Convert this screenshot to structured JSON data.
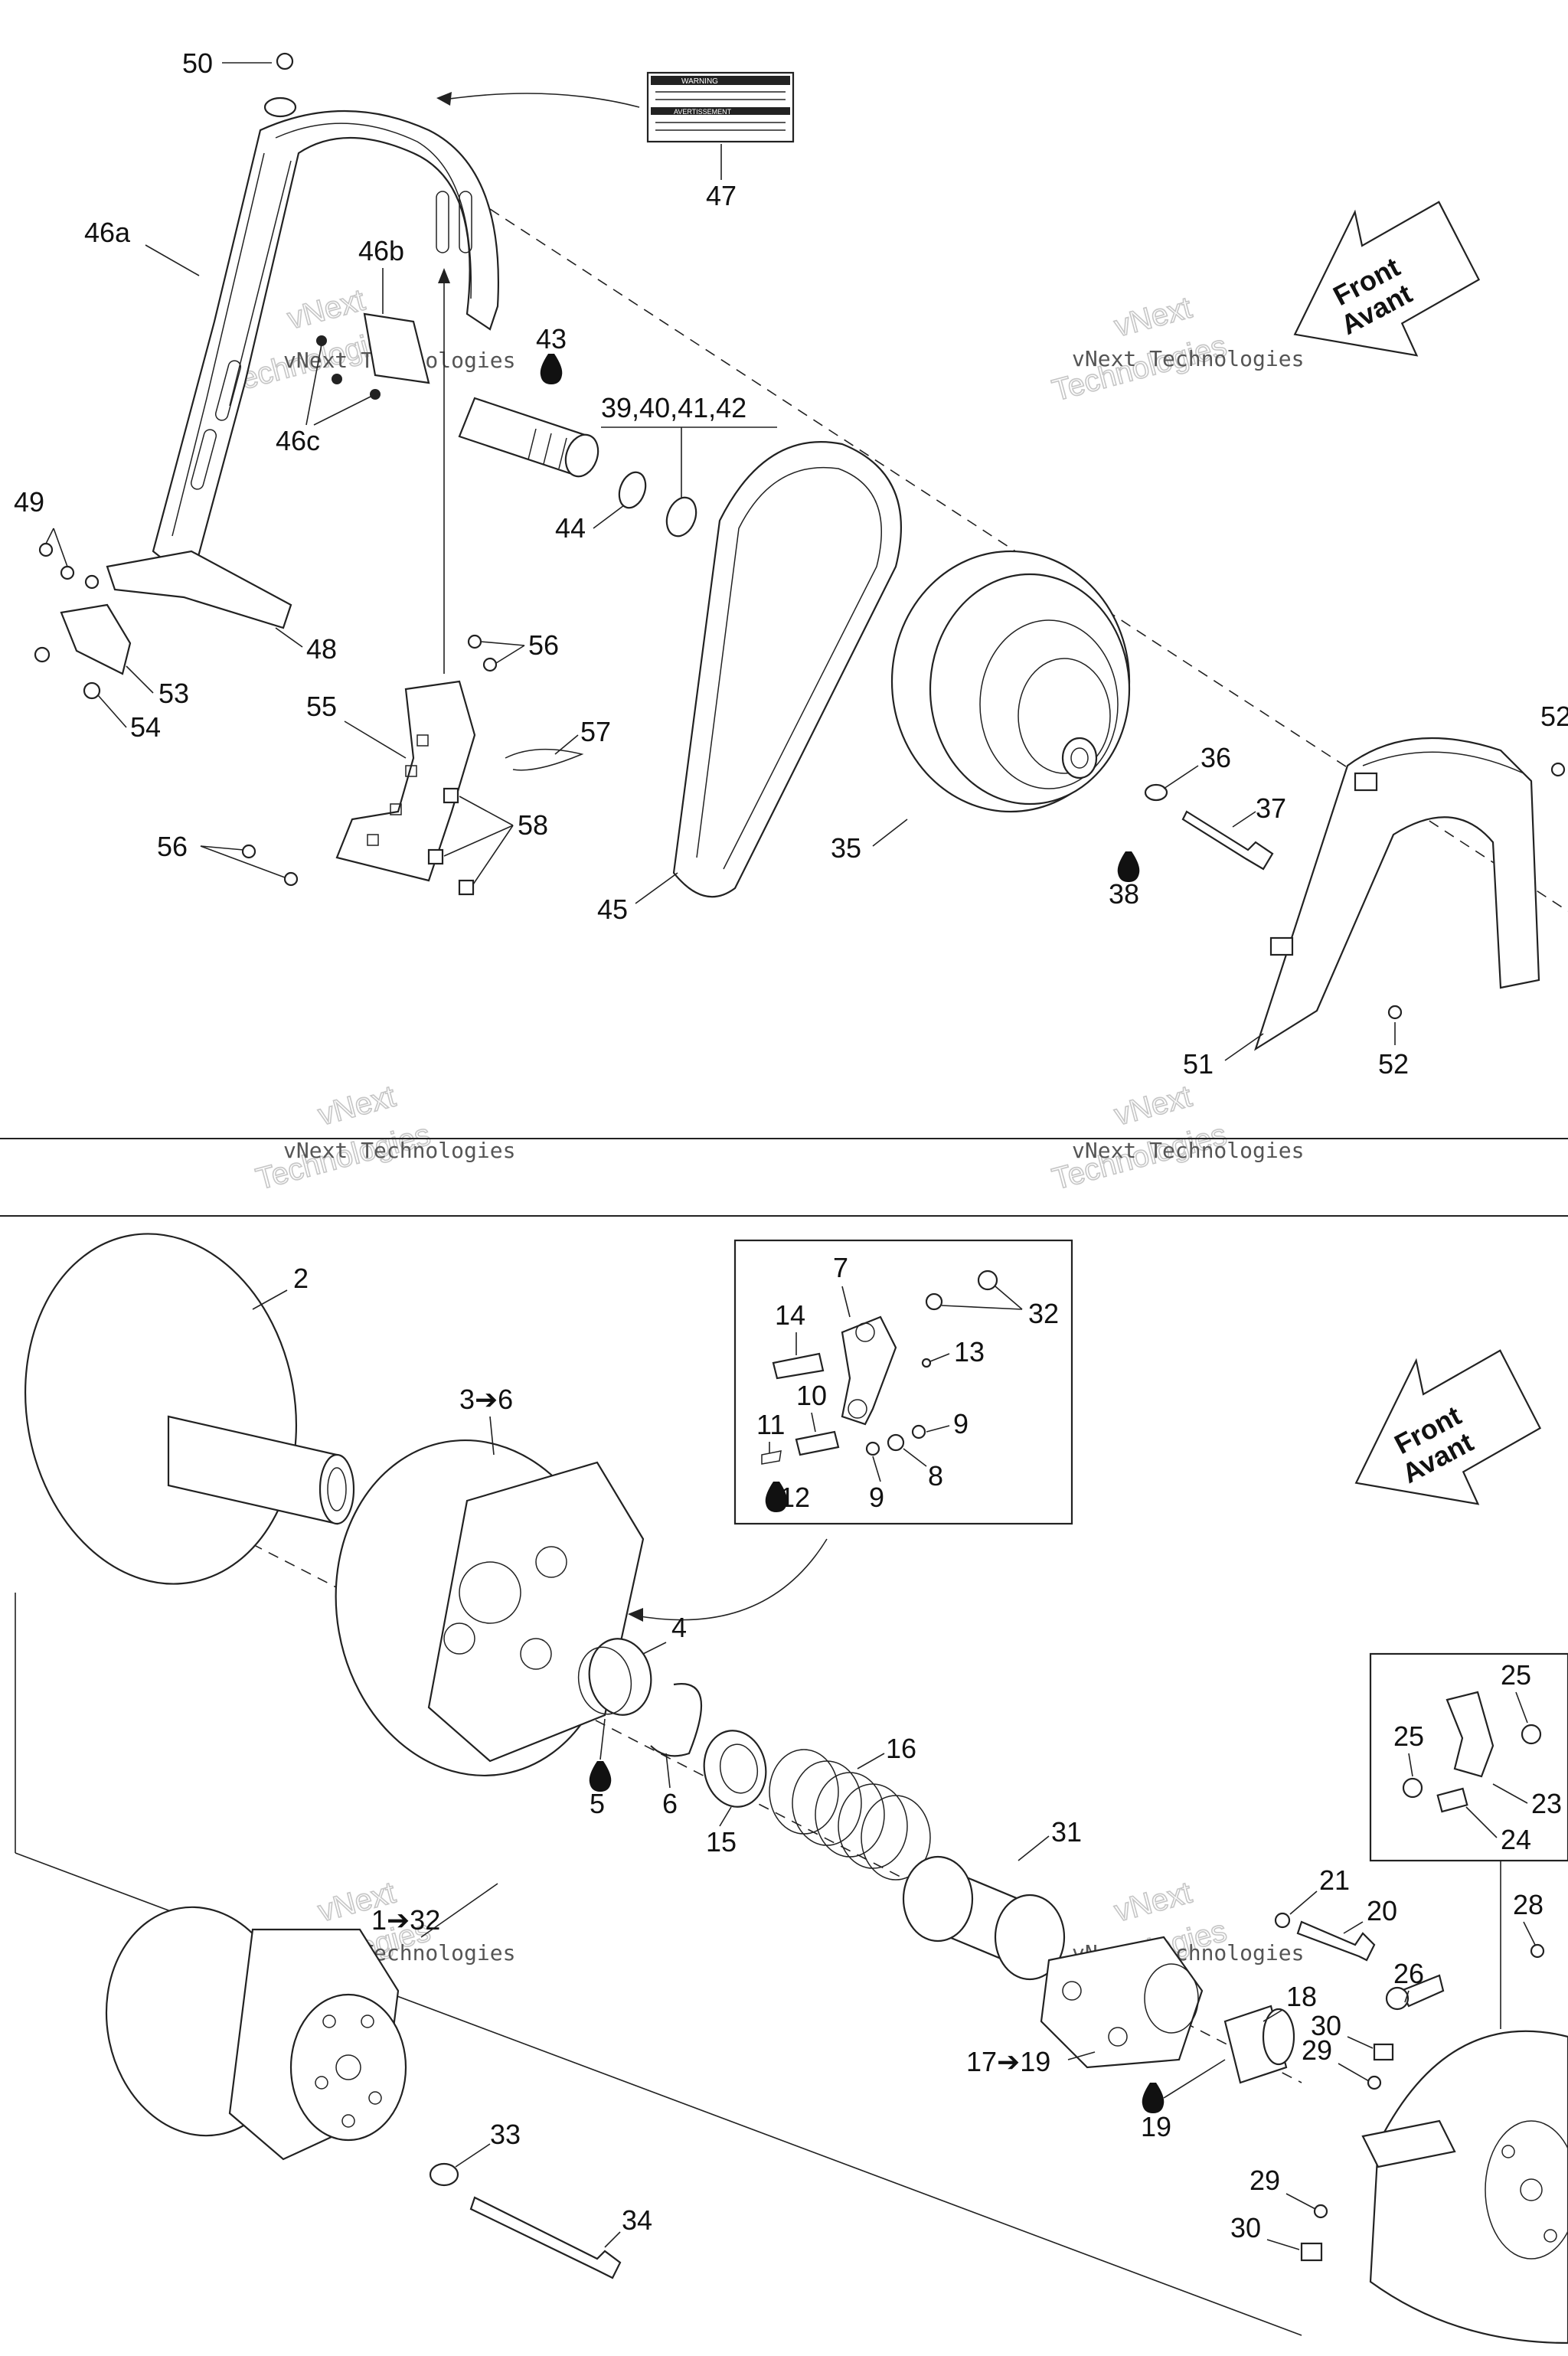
{
  "watermark": {
    "line1": "vNext",
    "line2": "Technologies",
    "caption": "vNext Technologies"
  },
  "front_arrow": {
    "line1": "Front",
    "line2": "Avant"
  },
  "label_47": {
    "number": "47",
    "sticker_title_1": "WARNING",
    "sticker_title_2": "AVERTISSEMENT"
  },
  "labels_top": [
    "50",
    "46a",
    "46b",
    "46c",
    "43",
    "39,40,41,42",
    "44",
    "49",
    "48",
    "53",
    "54",
    "55",
    "56",
    "57",
    "58",
    "45",
    "35",
    "36",
    "37",
    "38",
    "51",
    "52"
  ],
  "labels_bottom": [
    "2",
    "3➔6",
    "7",
    "14",
    "32",
    "13",
    "10",
    "11",
    "12",
    "9",
    "8",
    "4",
    "5",
    "6",
    "15",
    "16",
    "31",
    "1➔32",
    "21",
    "20",
    "25",
    "23",
    "24",
    "28",
    "26",
    "18",
    "30",
    "29",
    "17➔19",
    "19",
    "33",
    "34"
  ],
  "lubricant_icon": "oil-drop-icon"
}
